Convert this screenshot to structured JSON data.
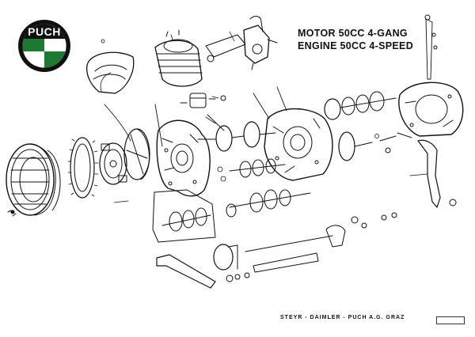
{
  "header": {
    "title_de": "MOTOR 50CC  4-GANG",
    "title_en": "ENGINE 50CC  4-SPEED"
  },
  "logo": {
    "text": "PUCH",
    "colors": {
      "ring": "#111111",
      "green": "#1e7a33",
      "white": "#ffffff"
    }
  },
  "footer": {
    "manufacturer": "STEYR - DAIMLER - PUCH  A.G.  GRAZ"
  }
}
